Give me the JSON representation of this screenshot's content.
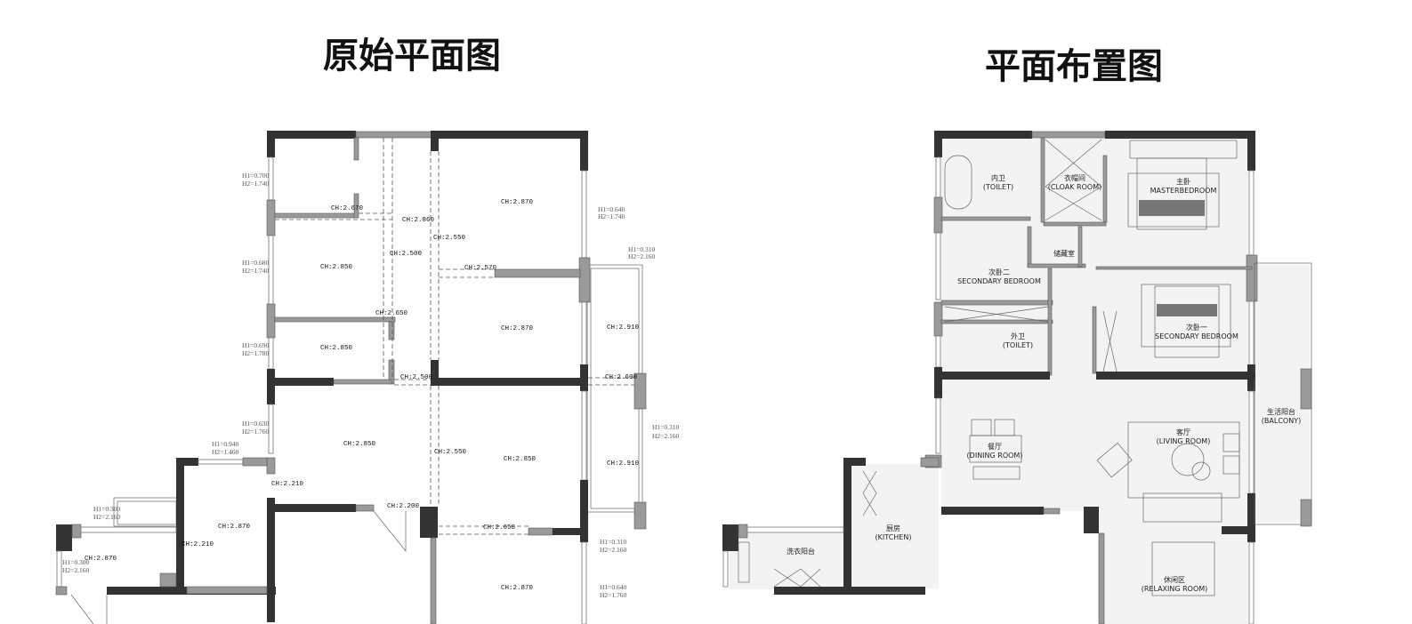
{
  "titles": {
    "original": "原始平面图",
    "layout": "平面布置图"
  },
  "original_plan": {
    "ceiling_heights": [
      "CH:2.670",
      "CH:2.860",
      "CH:2.550",
      "CH:2.500",
      "CH:2.850",
      "CH:2.870",
      "CH:2.570",
      "CH:2.650",
      "CH:2.850",
      "CH:2.870",
      "CH:2.910",
      "CH:2.500",
      "CH:2.600",
      "CH:2.850",
      "CH:2.550",
      "CH:2.850",
      "CH:2.910",
      "CH:2.210",
      "CH:2.200",
      "CH:2.650",
      "CH:2.870",
      "CH:2.210",
      "CH:2.870",
      "CH:2.870"
    ],
    "window_heights": [
      {
        "h1": "H1=0.700",
        "h2": "H2=1.740"
      },
      {
        "h1": "H1=0.640",
        "h2": "H2=1.740"
      },
      {
        "h1": "H1=0.310",
        "h2": "H2=2.160"
      },
      {
        "h1": "H1=0.680",
        "h2": "H2=1.740"
      },
      {
        "h1": "H1=0.690",
        "h2": "H2=1.780"
      },
      {
        "h1": "H1=0.630",
        "h2": "H2=1.760"
      },
      {
        "h1": "H1=0.940",
        "h2": "H2=1.460"
      },
      {
        "h1": "H1=0.310",
        "h2": "H2=2.160"
      },
      {
        "h1": "H1=0.300",
        "h2": "H2=2.160"
      },
      {
        "h1": "H1=0.300",
        "h2": "H2=2.160"
      },
      {
        "h1": "H1=0.310",
        "h2": "H2=2.160"
      },
      {
        "h1": "H1=0.640",
        "h2": "H2=1.760"
      }
    ]
  },
  "layout_plan": {
    "rooms": [
      {
        "zh": "内卫",
        "en": "(TOILET)"
      },
      {
        "zh": "衣帽间",
        "en": "(CLOAK ROOM)"
      },
      {
        "zh": "主卧",
        "en": "MASTERBEDROOM"
      },
      {
        "zh": "储藏室",
        "en": ""
      },
      {
        "zh": "次卧二",
        "en": "SECONDARY BEDROOM"
      },
      {
        "zh": "外卫",
        "en": "(TOILET)"
      },
      {
        "zh": "次卧一",
        "en": "SECONDARY BEDROOM"
      },
      {
        "zh": "生活阳台",
        "en": "(BALCONY)"
      },
      {
        "zh": "客厅",
        "en": "(LIVING ROOM)"
      },
      {
        "zh": "餐厅",
        "en": "(DINING ROOM)"
      },
      {
        "zh": "厨房",
        "en": "(KITCHEN)"
      },
      {
        "zh": "洗衣阳台",
        "en": ""
      },
      {
        "zh": "休闲区",
        "en": "(RELAXING ROOM)"
      }
    ]
  }
}
